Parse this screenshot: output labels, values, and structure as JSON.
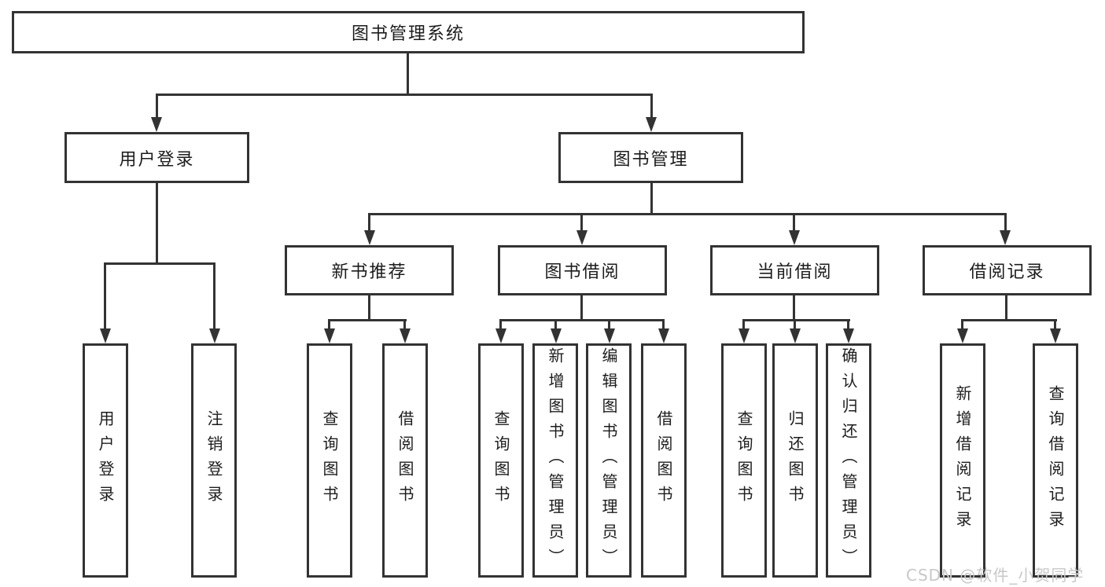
{
  "diagram": {
    "root": {
      "label": "图书管理系统"
    },
    "branches": [
      {
        "label": "用户登录",
        "children": [
          {
            "label": "用户登录"
          },
          {
            "label": "注销登录"
          }
        ]
      },
      {
        "label": "图书管理",
        "children": [
          {
            "label": "新书推荐",
            "children": [
              {
                "label": "查询图书"
              },
              {
                "label": "借阅图书"
              }
            ]
          },
          {
            "label": "图书借阅",
            "children": [
              {
                "label": "查询图书"
              },
              {
                "label": "新增图书（管理员）"
              },
              {
                "label": "编辑图书（管理员）"
              },
              {
                "label": "借阅图书"
              }
            ]
          },
          {
            "label": "当前借阅",
            "children": [
              {
                "label": "查询图书"
              },
              {
                "label": "归还图书"
              },
              {
                "label": "确认归还（管理员）"
              }
            ]
          },
          {
            "label": "借阅记录",
            "children": [
              {
                "label": "新增借阅记录"
              },
              {
                "label": "查询借阅记录"
              }
            ]
          }
        ]
      }
    ]
  },
  "watermark": {
    "text": "CSDN @软件_小贺同学",
    "color": "#c8c8c8"
  },
  "colors": {
    "line": "#333333",
    "text": "#1c1c1c",
    "background": "#ffffff"
  }
}
